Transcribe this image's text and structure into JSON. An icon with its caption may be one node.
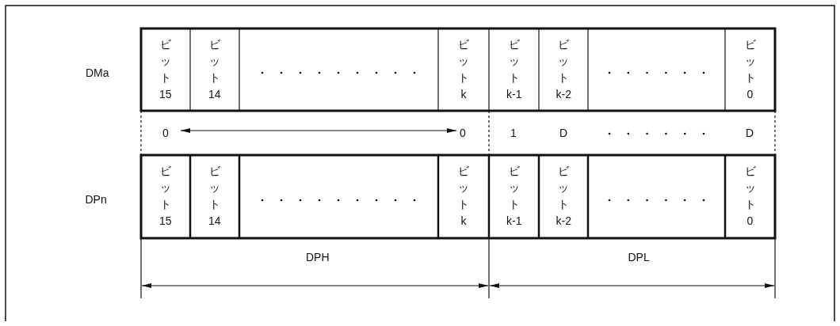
{
  "diagram": {
    "labels": [
      "DMa",
      "ビット15",
      "ビット14",
      "ビットk",
      "ビットk-1",
      "ビットk-2",
      "ビット0",
      "0",
      "0",
      "1",
      "D",
      "D",
      "DPn",
      "ビット15",
      "ビット14",
      "ビットk",
      "ビットk-1",
      "ビットk-2",
      "ビット0",
      "DPH",
      "DPL"
    ]
  }
}
